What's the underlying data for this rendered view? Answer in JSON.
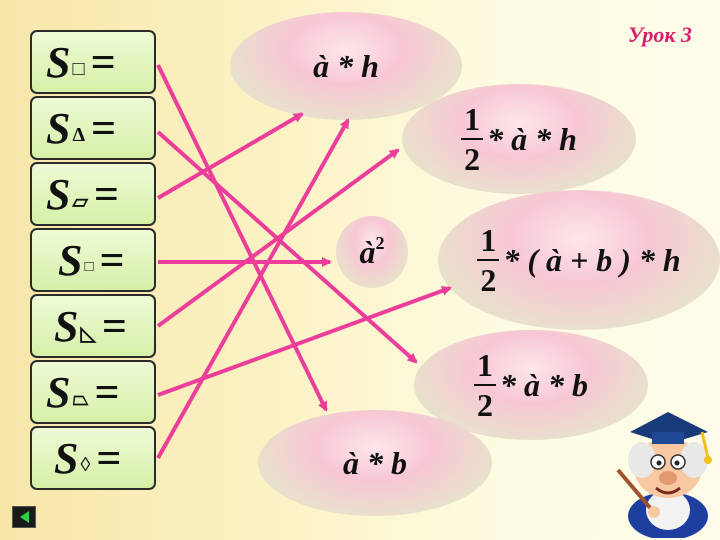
{
  "header": {
    "lesson_label": "Урок 3"
  },
  "shapes": [
    {
      "s": "S",
      "symbol": "□",
      "eq": "="
    },
    {
      "s": "S",
      "symbol": "Δ",
      "eq": "="
    },
    {
      "s": "S",
      "symbol": "▱",
      "eq": "="
    },
    {
      "s": "S",
      "symbol": "□",
      "eq": "="
    },
    {
      "s": "S",
      "symbol": "◺",
      "eq": "="
    },
    {
      "s": "S",
      "symbol": "⏢",
      "eq": "="
    },
    {
      "s": "S",
      "symbol": "◊",
      "eq": "="
    }
  ],
  "formulas": {
    "a_h": "à * h",
    "half": {
      "num": "1",
      "den": "2"
    },
    "half_a_h": "* à * h",
    "a_sq_base": "à",
    "a_sq_exp": "2",
    "trap": "* ( à + b ) * h",
    "half_a_b": "* à * b",
    "a_b": "à * b"
  },
  "colors": {
    "arrow": "#ec3d9a",
    "lesson": "#d4206b"
  },
  "nav": {
    "icon": "back-triangle-icon"
  }
}
